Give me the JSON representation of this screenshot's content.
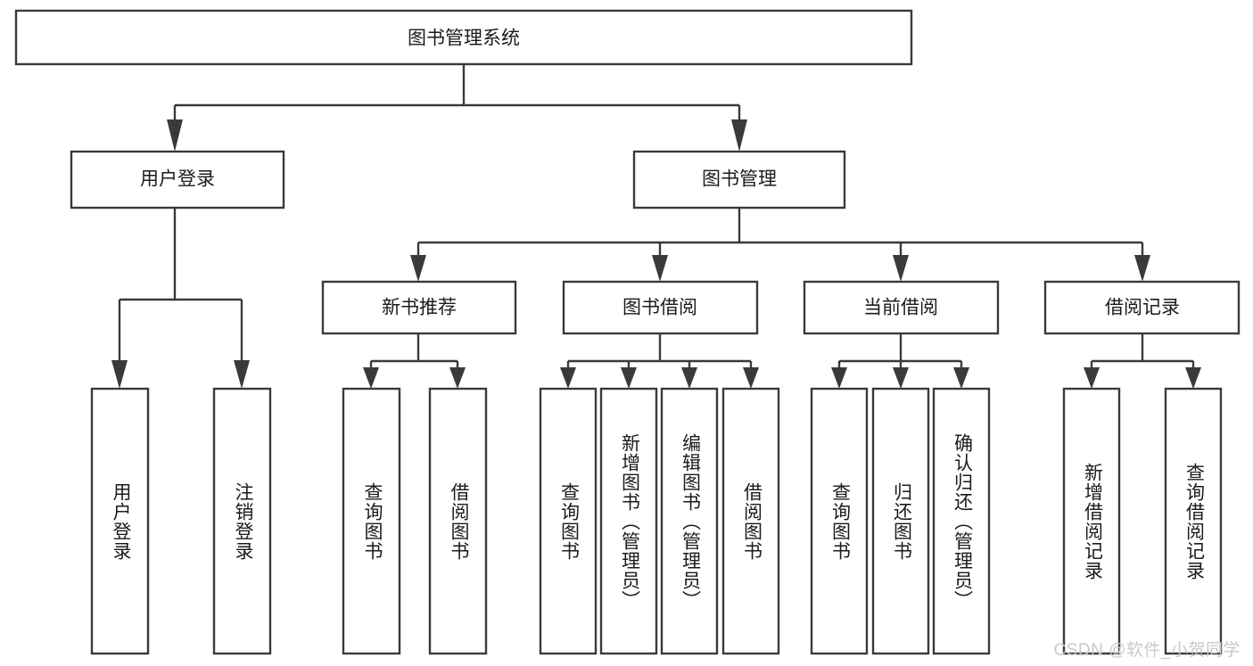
{
  "diagram": {
    "title": "图书管理系统",
    "type": "tree",
    "watermark": "CSDN @软件_小贺同学",
    "colors": {
      "stroke": "#3a3a3a",
      "box_fill": "#ffffff",
      "text": "#1b1b1b",
      "background": "#ffffff",
      "watermark": "#c9c9c9"
    },
    "root": {
      "label": "图书管理系统"
    },
    "level2": [
      {
        "label": "用户登录"
      },
      {
        "label": "图书管理"
      }
    ],
    "level3": [
      {
        "label": "新书推荐"
      },
      {
        "label": "图书借阅"
      },
      {
        "label": "当前借阅"
      },
      {
        "label": "借阅记录"
      }
    ],
    "leaves": {
      "user_login": [
        {
          "label": "用户登录"
        },
        {
          "label": "注销登录"
        }
      ],
      "new_book_recommend": [
        {
          "label": "查询图书"
        },
        {
          "label": "借阅图书"
        }
      ],
      "book_borrow": [
        {
          "label": "查询图书"
        },
        {
          "label": "新增图书（管理员）"
        },
        {
          "label": "编辑图书（管理员）"
        },
        {
          "label": "借阅图书"
        }
      ],
      "current_borrow": [
        {
          "label": "查询图书"
        },
        {
          "label": "归还图书"
        },
        {
          "label": "确认归还（管理员）"
        }
      ],
      "borrow_record": [
        {
          "label": "新增借阅记录"
        },
        {
          "label": "查询借阅记录"
        }
      ]
    }
  }
}
